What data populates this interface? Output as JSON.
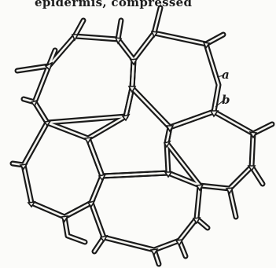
{
  "header": {
    "top_text": "epidermis, compressed"
  },
  "labels": {
    "a": "a",
    "b": "b"
  },
  "colors": {
    "wall": "#1a1a1a",
    "lumen": "#fbfbf9"
  }
}
